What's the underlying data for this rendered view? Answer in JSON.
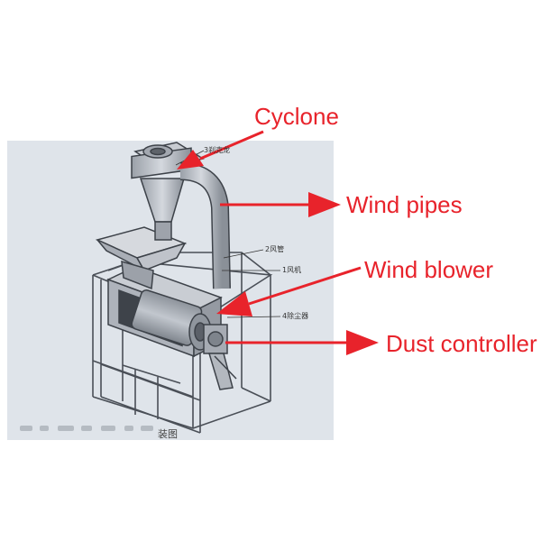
{
  "labels": {
    "cyclone": "Cyclone",
    "wind_pipes": "Wind pipes",
    "wind_blower": "Wind blower",
    "dust_controller": "Dust controller"
  },
  "part_callouts": {
    "part3": "3刹克龙",
    "part2": "2风管",
    "part1": "1风机",
    "part4": "4除尘器"
  },
  "caption": "装图",
  "colors": {
    "label": "#e8232b",
    "arrow": "#e8232b",
    "panel_bg": "#dfe4ea",
    "machine_line": "#4a4f57",
    "machine_fill": "#b9bec6"
  }
}
